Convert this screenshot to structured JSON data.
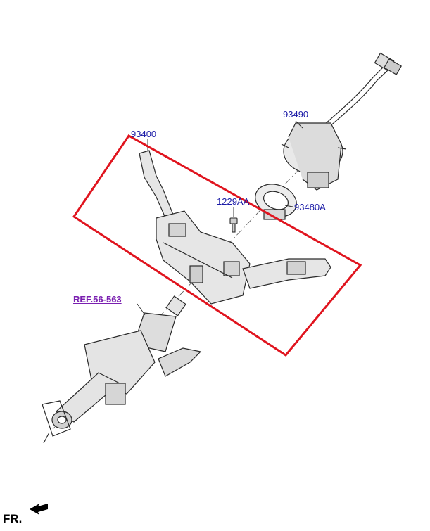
{
  "labels": {
    "switch_assembly": "93400",
    "clock_spring": "93490",
    "bolt": "1229AA",
    "ring": "93480A",
    "reference": "REF.56-563",
    "front": "FR."
  },
  "colors": {
    "highlight_box": "#e0141e",
    "part_label": "#1a1aa6",
    "reference_label": "#7a1fb0",
    "line_art": "#2a2a2a"
  },
  "icons": {
    "front_arrow": "arrow-left-icon"
  }
}
